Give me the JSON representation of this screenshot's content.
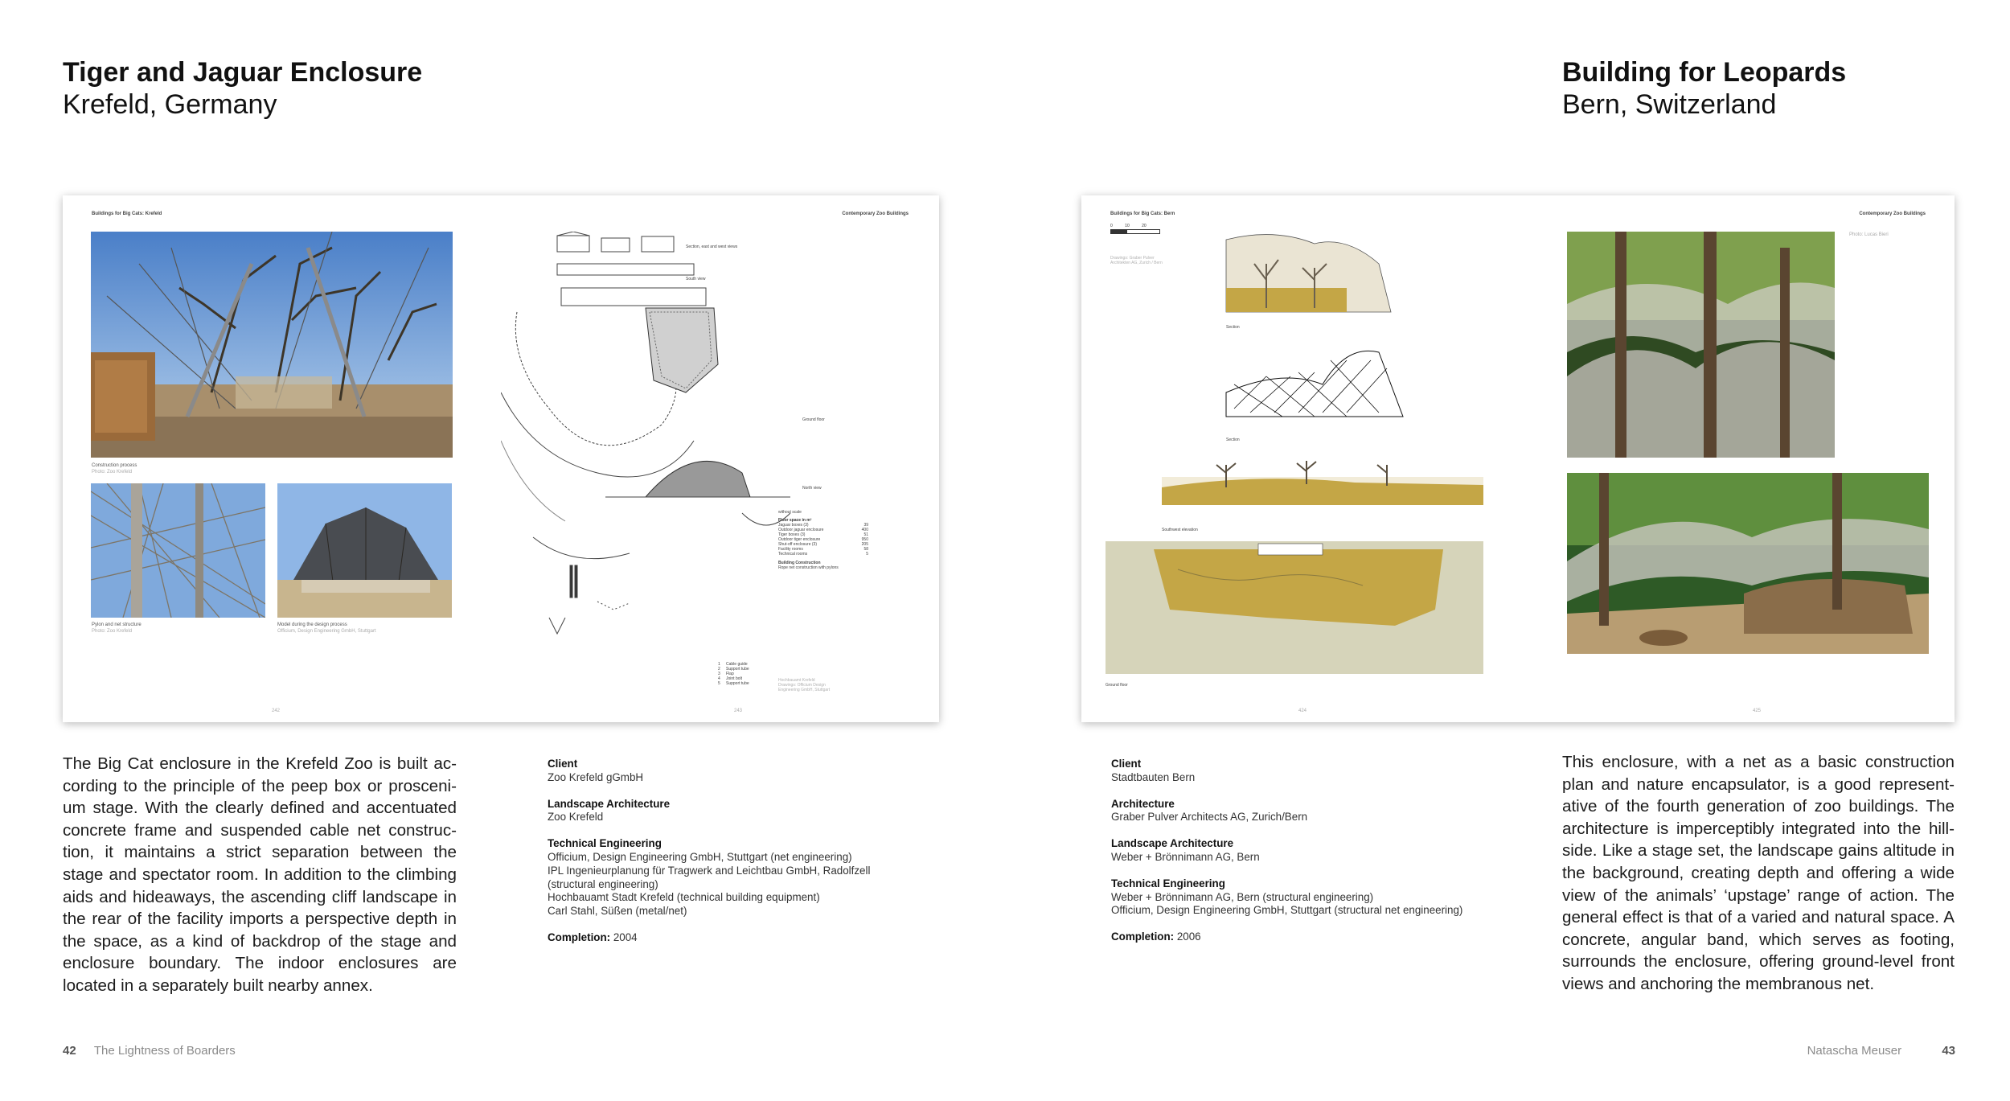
{
  "left": {
    "title": "Tiger and Jaguar Enclosure",
    "subtitle": "Krefeld, Germany",
    "spread": {
      "header_left": "Buildings for Big Cats: Krefeld",
      "header_right": "Contemporary Zoo Buildings",
      "caption1": "Construction process",
      "caption1_credit": "Photo: Zoo Krefeld",
      "caption2": "Pylon and net structure",
      "caption2_credit": "Photo: Zoo Krefeld",
      "caption3": "Model during the design process",
      "caption3_credit": "Officium, Design Engineering GmbH, Stuttgart",
      "label_section": "Section, east and west views",
      "label_south": "South view",
      "label_ground": "Ground floor",
      "label_north": "North view",
      "scale_note": "without scale",
      "floor_space_title": "Floor space in m²",
      "floor_space": [
        {
          "name": "Jaguar boxes (3)",
          "value": "39"
        },
        {
          "name": "Outdoor jaguar enclosure",
          "value": "400"
        },
        {
          "name": "Tiger boxes (3)",
          "value": "51"
        },
        {
          "name": "Outdoor tiger enclosure",
          "value": "950"
        },
        {
          "name": "Shut-off enclosure (3)",
          "value": "205"
        },
        {
          "name": "Facility rooms",
          "value": "58"
        },
        {
          "name": "Technical rooms",
          "value": "5"
        }
      ],
      "building_construction_title": "Building Construction",
      "building_construction": "Rope net construction with pylons",
      "legend": [
        {
          "num": "1",
          "label": "Cable guide"
        },
        {
          "num": "2",
          "label": "Support tube"
        },
        {
          "num": "3",
          "label": "Flap"
        },
        {
          "num": "4",
          "label": "Joint bolt"
        },
        {
          "num": "5",
          "label": "Support tube"
        }
      ],
      "drawing_credit": "Hochbauamt Krefeld\nDrawings: Officium Design\nEngineering GmbH, Stuttgart",
      "page_left": "242",
      "page_right": "243"
    },
    "body": "The Big Cat enclosure in the Krefeld Zoo is built ac­cording to the principle of the peep box or prosceni­um stage. With the clearly defined and accentuated concrete frame and suspended cable net construc­tion, it maintains a strict separation between the stage and spectator room. In addition to the climbing aids and hideaways, the ascending cliff landscape in the rear of the facility imports a per­spective depth in the space, as a kind of backdrop of the stage and enclosure boundary. The indoor enclosures are located in a separately built nearby annex.",
    "credits": [
      {
        "label": "Client",
        "lines": [
          "Zoo Krefeld gGmbH"
        ]
      },
      {
        "label": "Landscape Architecture",
        "lines": [
          "Zoo Krefeld"
        ]
      },
      {
        "label": "Technical Engineering",
        "lines": [
          "Officium, Design Engineering GmbH, Stuttgart (net engineering)",
          "IPL Ingenieurplanung für Tragwerk and Leichtbau GmbH, Radolfzell",
          "(structural engineering)",
          "Hochbauamt Stadt Krefeld (technical building equipment)",
          "Carl Stahl, Süßen (metal/net)"
        ]
      }
    ],
    "completion_label": "Completion:",
    "completion_value": "2004",
    "footer_page": "42",
    "footer_text": "The Lightness of Boarders"
  },
  "right": {
    "title": "Building for Leopards",
    "subtitle": "Bern, Switzerland",
    "spread": {
      "header_left": "Buildings for Big Cats: Bern",
      "header_right": "Contemporary Zoo Buildings",
      "scale_labels": [
        "0",
        "10",
        "20"
      ],
      "drawing_credit": "Drawings: Graber Pulver\nArchitekten AG, Zurich / Bern",
      "photo_credit": "Photo: Lucas Bieri",
      "label_section1": "Section",
      "label_section2": "Section",
      "label_southwest": "Southwest elevation",
      "label_ground": "Ground floor",
      "page_left": "424",
      "page_right": "425"
    },
    "credits": [
      {
        "label": "Client",
        "lines": [
          "Stadtbauten Bern"
        ]
      },
      {
        "label": "Architecture",
        "lines": [
          "Graber Pulver Architects AG, Zurich/Bern"
        ]
      },
      {
        "label": "Landscape Architecture",
        "lines": [
          "Weber + Brönnimann AG, Bern"
        ]
      },
      {
        "label": "Technical Engineering",
        "lines": [
          "Weber + Brönnimann AG, Bern (structural engineering)",
          "Officium, Design Engineering GmbH, Stuttgart (structural net engineering)"
        ]
      }
    ],
    "completion_label": "Completion:",
    "completion_value": "2006",
    "body": "This enclosure, with a net as a basic construction plan and nature encapsulator, is a good represent­ative of the fourth generation of zoo buildings. The architecture is imperceptibly integrated into the hill­side. Like a stage set, the landscape gains altitude in the background, creating depth and offering a wide view of the animals’ ‘upstage’ range of action. The general effect is that of a varied and natural space. A concrete, angular band, which serves as footing, surrounds the enclosure, offering ground-level front views and anchoring the membranous net.",
    "footer_text": "Natascha Meuser",
    "footer_page": "43"
  }
}
